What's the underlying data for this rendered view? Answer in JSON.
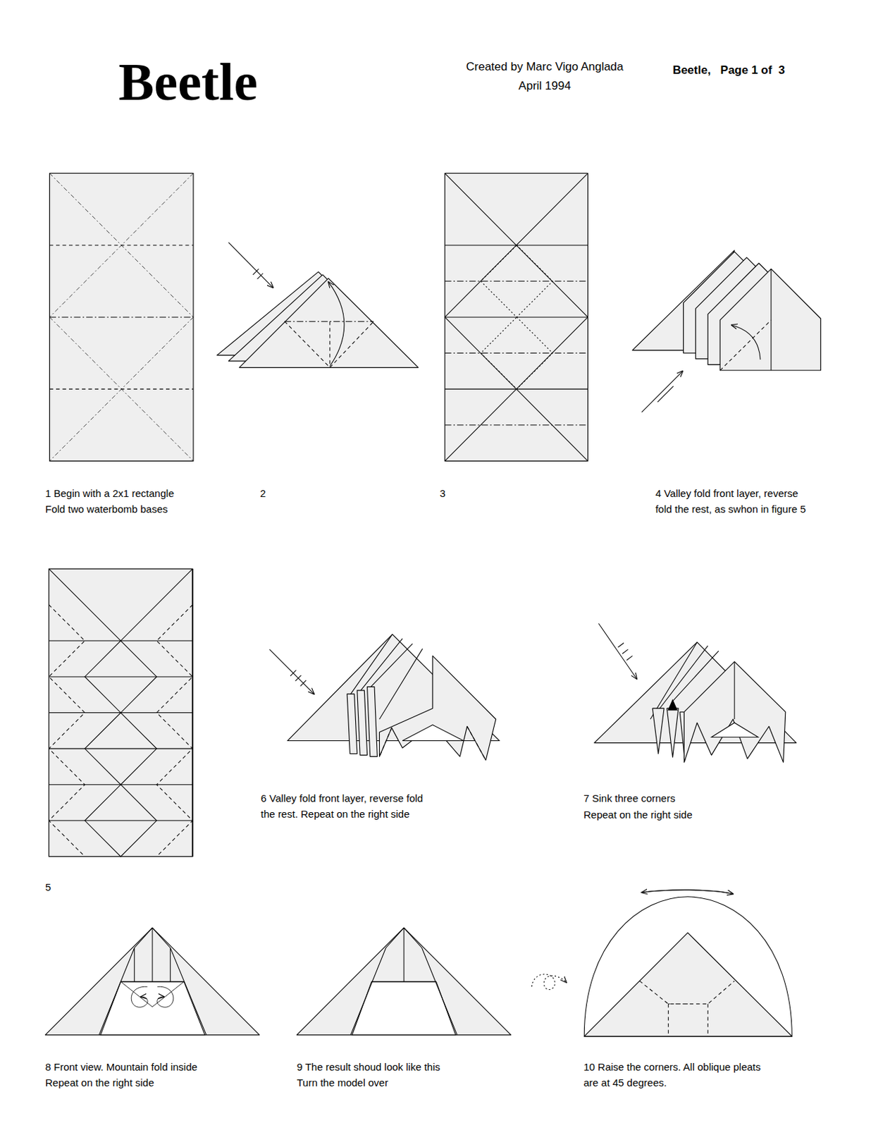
{
  "diagram": {
    "title": "Beetle",
    "labels": [
      "Created by Marc Vigo Anglada",
      "April 1994",
      "Beetle,   Page 1 of  3",
      "1 Begin with a 2x1 rectangle",
      "Fold two waterbomb bases",
      "2",
      "3",
      "4 Valley fold front layer, reverse",
      "fold the rest, as swhon in figure 5",
      "5",
      "6 Valley fold front layer, reverse fold",
      "the rest. Repeat on the right side",
      "7 Sink three corners",
      "Repeat on the right side",
      "8 Front view. Mountain fold inside",
      "Repeat on the right side",
      "9 The result shoud look like this",
      "Turn the model over",
      "10 Raise the corners. All oblique pleats",
      "are at 45 degrees."
    ]
  }
}
